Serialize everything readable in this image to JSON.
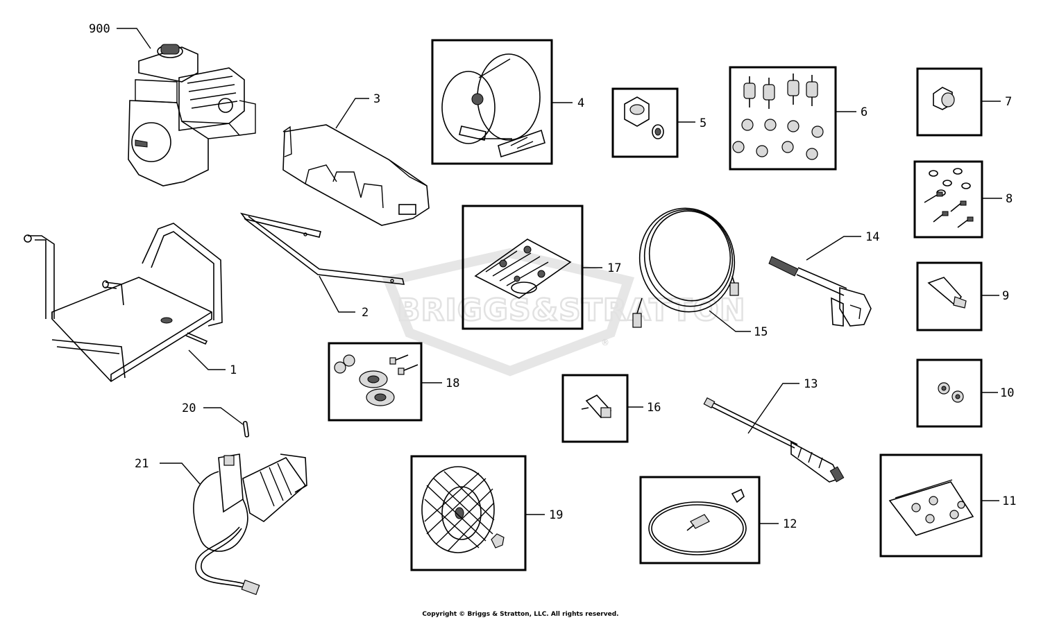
{
  "parts": {
    "p900": "900",
    "p1": "1",
    "p2": "2",
    "p3": "3",
    "p4": "4",
    "p5": "5",
    "p6": "6",
    "p7": "7",
    "p8": "8",
    "p9": "9",
    "p10": "10",
    "p11": "11",
    "p12": "12",
    "p13": "13",
    "p14": "14",
    "p15": "15",
    "p16": "16",
    "p17": "17",
    "p18": "18",
    "p19": "19",
    "p20": "20",
    "p21": "21"
  },
  "watermark": "BRIGGS&STRATTON",
  "watermark_mark": "®",
  "copyright": "Copyright © Briggs & Stratton, LLC. All rights reserved."
}
